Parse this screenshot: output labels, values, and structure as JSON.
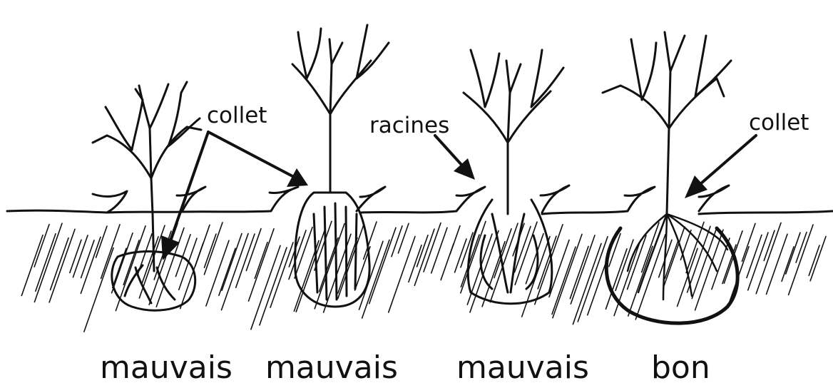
{
  "labels": {
    "collet_left": "collet",
    "racines": "racines",
    "collet_right": "collet"
  },
  "verdicts": [
    "mauvais",
    "mauvais",
    "mauvais",
    "bon"
  ],
  "icons": {
    "trees": [
      "tree-icon",
      "tree-icon",
      "tree-icon",
      "tree-icon"
    ],
    "arrows": [
      "arrow-icon",
      "arrow-icon",
      "arrow-icon",
      "arrow-icon"
    ]
  }
}
